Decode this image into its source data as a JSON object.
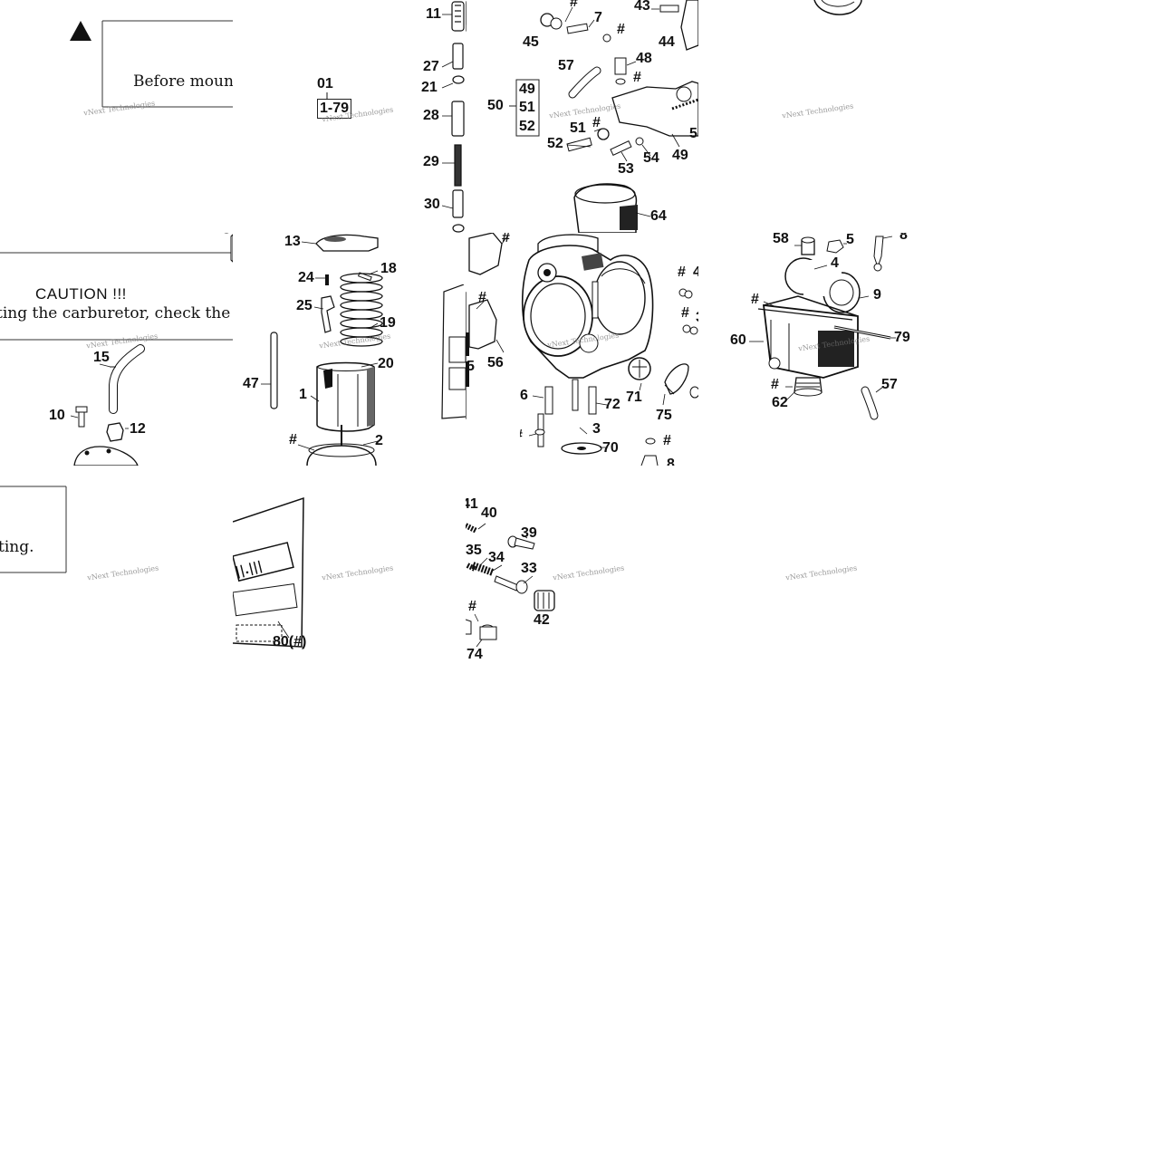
{
  "caution": {
    "title": "CAUTION !!!",
    "line1": "Before mount",
    "line2": "ting the carburetor, check the jett",
    "line3": "ting."
  },
  "kit": {
    "number": "01",
    "range": "1-79"
  },
  "group_box": {
    "items": [
      "49",
      "51",
      "52"
    ],
    "label": "50"
  },
  "watermark": "vNext Technologies",
  "labels": {
    "t2": [
      "11",
      "27",
      "21",
      "28",
      "29",
      "30"
    ],
    "t3": [
      "45",
      "7",
      "#",
      "43",
      "44",
      "#",
      "57",
      "48",
      "#",
      "51",
      "#",
      "52",
      "53",
      "54",
      "49",
      "5",
      "64"
    ],
    "t6": [
      "13",
      "24",
      "18",
      "25",
      "19",
      "20",
      "1",
      "47",
      "#",
      "2",
      "15",
      "10",
      "12"
    ],
    "t7": [
      "#",
      "#",
      "56",
      "5"
    ],
    "t8": [
      "#",
      "4",
      "#",
      "3",
      "6",
      "72",
      "71",
      "75",
      "3",
      "70",
      "#",
      "#",
      "8"
    ],
    "t9": [
      "58",
      "5",
      "8",
      "4",
      "9",
      "#",
      "60",
      "79",
      "#",
      "57",
      "62"
    ],
    "t11": [
      "80(#)"
    ],
    "t12": [
      "41",
      "40",
      "39",
      "35",
      "34",
      "33",
      "#",
      "42",
      "74"
    ]
  }
}
